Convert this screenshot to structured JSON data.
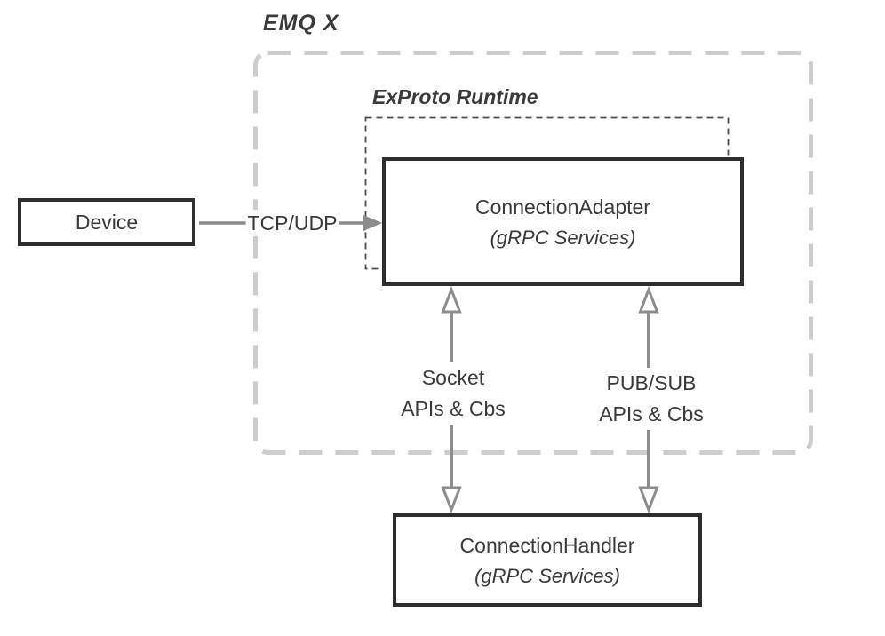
{
  "diagram": {
    "title": "EMQ X",
    "runtime_label": "ExProto Runtime",
    "nodes": {
      "device": {
        "label": "Device"
      },
      "connection_adapter": {
        "label": "ConnectionAdapter",
        "sublabel": "(gRPC Services)"
      },
      "connection_handler": {
        "label": "ConnectionHandler",
        "sublabel": "(gRPC Services)"
      }
    },
    "edges": {
      "tcp_udp": {
        "label": "TCP/UDP"
      },
      "socket": {
        "label_line1": "Socket",
        "label_line2": "APIs & Cbs"
      },
      "pubsub": {
        "label_line1": "PUB/SUB",
        "label_line2": "APIs & Cbs"
      }
    },
    "colors": {
      "background": "#ffffff",
      "text": "#3a3a3a",
      "box_border": "#2e2e2e",
      "arrow": "#8c8c8c",
      "outer_dash": "#cdcdcd",
      "inner_dash": "#4d4d4d"
    }
  }
}
